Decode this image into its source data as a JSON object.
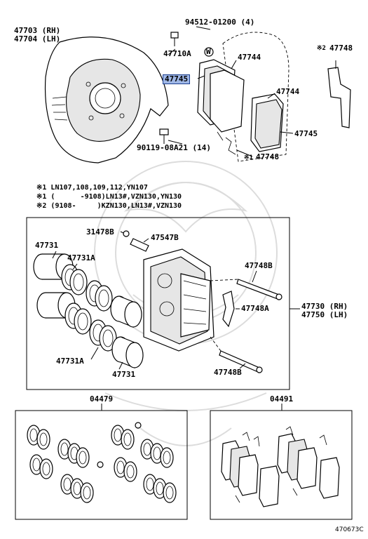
{
  "labels": {
    "shield": "47703 (RH)\n47704 (LH)",
    "bolt_top": "94512-01200 (4)",
    "part_47710a": "47710A",
    "shim_top": "47744",
    "pad_highlighted": "47745",
    "clip_right": "47748",
    "shim_mid": "47744",
    "pad_right": "47745",
    "clip_bottom": "47748",
    "bolt_bottom": "90119-08A21 (14)",
    "piston_left": "47731",
    "seal_left": "47731A",
    "bleeder_cap": "31478B",
    "bleeder_plug": "47547B",
    "pin_top": "47748B",
    "spring_clip": "47748A",
    "caliper_assy": "47730 (RH)\n47750 (LH)",
    "seal_bottom": "47731A",
    "piston_bottom": "47731",
    "pin_bottom": "47748B",
    "kit_left": "04479",
    "kit_right": "04491"
  },
  "symbols": {
    "w_marker": "W",
    "mark_1": "※1",
    "mark_2": "※2"
  },
  "notes": [
    "※1 LN107,108,109,112,YN107",
    "※1 (      -9108)LN13#,VZN130,YN130",
    "※2 (9108-     )KZN130,LN13#,VZN130"
  ],
  "diagram_id": "470673C",
  "colors": {
    "highlight_fill": "#9fb7e6",
    "highlight_border": "#1c3f8f",
    "watermark": "#dcdcdc"
  }
}
